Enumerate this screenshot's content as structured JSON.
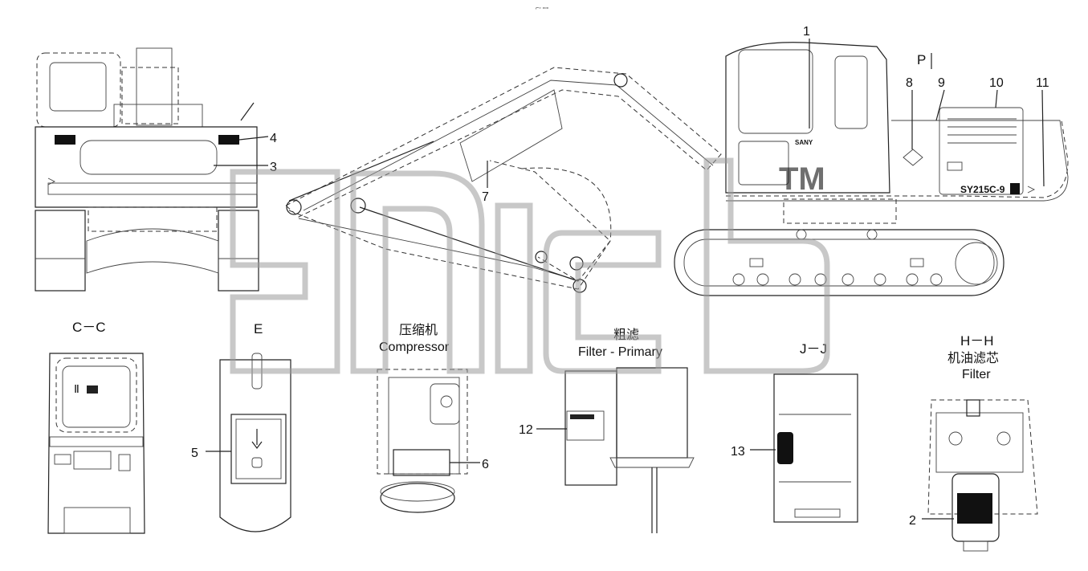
{
  "header_marker": "⌐◦ ▫▫▫",
  "callouts": {
    "c1": "1",
    "c2": "2",
    "c3": "3",
    "c4": "4",
    "c5": "5",
    "c6": "6",
    "c7": "7",
    "c8": "8",
    "c9": "9",
    "c10": "10",
    "c11": "11",
    "c12": "12",
    "c13": "13"
  },
  "views": {
    "p": "P",
    "cc": "C－C",
    "cc_mark": "Ⅱ",
    "e": "E",
    "compressor_cn": "压缩机",
    "compressor_en": "Compressor",
    "filter_primary_cn": "粗滤",
    "filter_primary_en": "Filter - Primary",
    "jj": "J－J",
    "hh": "H－H",
    "oil_filter_cn": "机油滤芯",
    "oil_filter_en": "Filter"
  },
  "machine": {
    "brand": "SANY",
    "model": "SY215C-9",
    "watermark_tm": "TM"
  }
}
